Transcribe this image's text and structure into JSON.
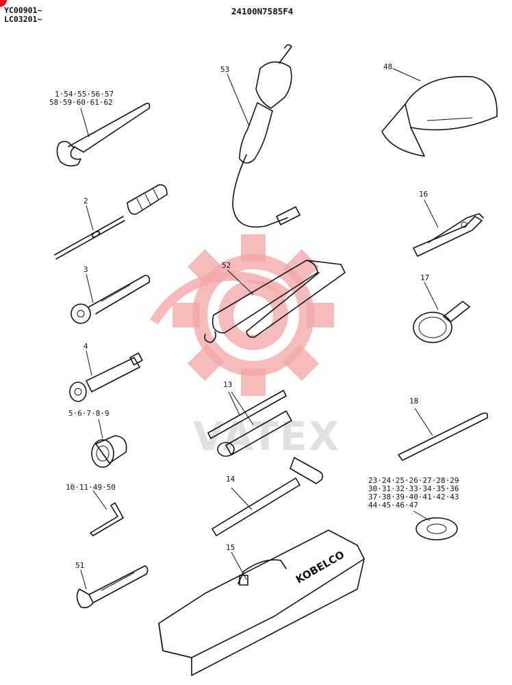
{
  "header": {
    "serial_range_1": "YC00901~",
    "serial_range_2": "LC03201~",
    "drawing_number": "24100N7585F4"
  },
  "watermark": {
    "text": "VATEX",
    "color": "#f4a6a6"
  },
  "parts": [
    {
      "label": "1·54·55·56·57",
      "name": "open-end-wrench",
      "label2": "58·59·60·61·62"
    },
    {
      "label": "2",
      "name": "screwdriver"
    },
    {
      "label": "3",
      "name": "ratchet-handle"
    },
    {
      "label": "4",
      "name": "extension-bar"
    },
    {
      "label": "5·6·7·8·9",
      "name": "socket"
    },
    {
      "label": "10·11·49·50",
      "name": "hex-key"
    },
    {
      "label": "51",
      "name": "adjustable-wrench"
    },
    {
      "label": "53",
      "name": "work-light"
    },
    {
      "label": "52",
      "name": "grease-gun"
    },
    {
      "label": "13",
      "name": "box-wrench-and-bar"
    },
    {
      "label": "14",
      "name": "t-handle-wrench"
    },
    {
      "label": "15",
      "name": "tool-box"
    },
    {
      "label": "48",
      "name": "cap"
    },
    {
      "label": "16",
      "name": "pliers"
    },
    {
      "label": "17",
      "name": "filter-wrench"
    },
    {
      "label": "18",
      "name": "pry-bar"
    },
    {
      "label": "23·24·25·26·27·28·29",
      "name": "washer",
      "label2": "30·31·32·33·34·35·36",
      "label3": "37·38·39·40·41·42·43",
      "label4": "44·45·46·47"
    }
  ],
  "toolbox_brand": "KOBELCO"
}
